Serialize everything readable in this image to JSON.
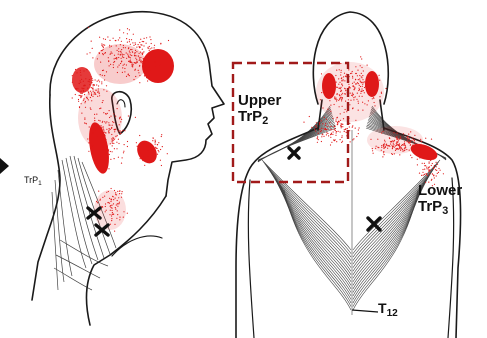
{
  "labels": {
    "trp1": {
      "prefix": "TrP",
      "sub": "1"
    },
    "upper_trp2": {
      "line1": "Upper",
      "prefix": "TrP",
      "sub": "2"
    },
    "lower_trp3": {
      "line1": "Lower",
      "prefix": "TrP",
      "sub": "3"
    },
    "t12": {
      "prefix": "T",
      "sub": "12"
    }
  },
  "colors": {
    "referred_pain": "#e01818",
    "trigger_marker": "#111111",
    "highlight_box": "#a11a1a",
    "outline": "#1a1a1a"
  }
}
